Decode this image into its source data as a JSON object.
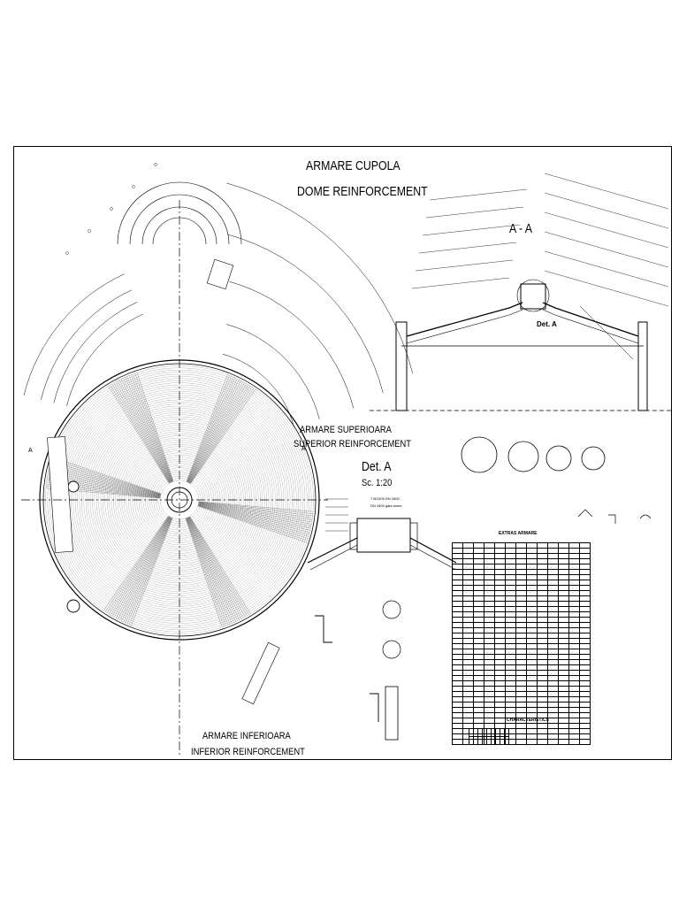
{
  "titles": {
    "main_ro": "ARMARE CUPOLA",
    "main_en": "DOME REINFORCEMENT",
    "section": "A - A",
    "sup_ro": "ARMARE SUPERIOARA",
    "sup_en": "SUPERIOR REINFORCEMENT",
    "inf_ro": "ARMARE INFERIOARA",
    "inf_en": "INFERIOR REINFORCEMENT",
    "detail": "Det. A",
    "detail_scale": "Sc. 1:20",
    "detail_ref": "Det. A",
    "section_marker": "A",
    "table_title": "EXTRAS ARMARE",
    "characteristics": "CHARACTERISTICS"
  },
  "detail_notes": {
    "flange": "7 BO300 DN 1600",
    "opening": "DN 1600 gaia dome"
  },
  "colors": {
    "line": "#000000",
    "paper": "#ffffff"
  }
}
